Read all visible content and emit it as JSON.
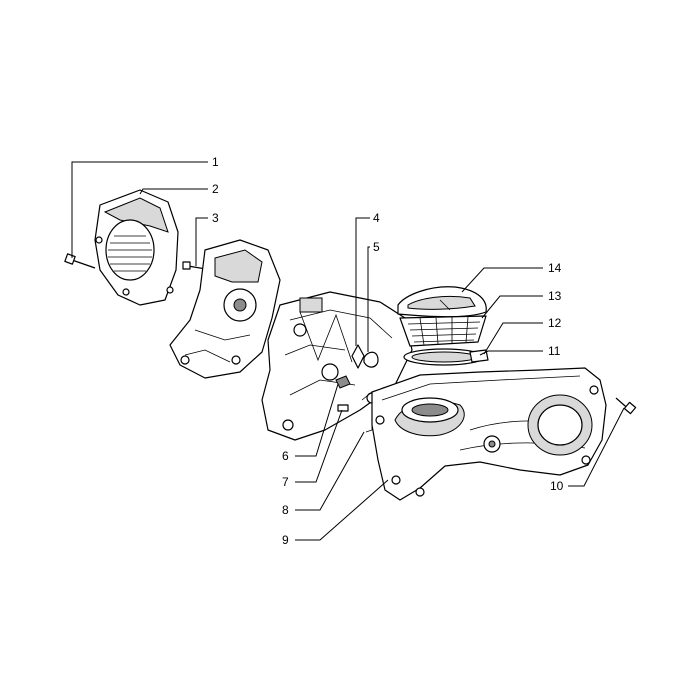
{
  "callouts": [
    {
      "label": "1"
    },
    {
      "label": "2"
    },
    {
      "label": "3"
    },
    {
      "label": "4"
    },
    {
      "label": "5"
    },
    {
      "label": "14"
    },
    {
      "label": "13"
    },
    {
      "label": "12"
    },
    {
      "label": "11"
    },
    {
      "label": "6"
    },
    {
      "label": "7"
    },
    {
      "label": "8"
    },
    {
      "label": "9"
    },
    {
      "label": "10"
    }
  ]
}
